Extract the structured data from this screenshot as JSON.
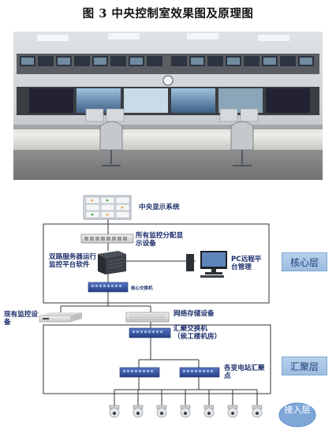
{
  "figure": {
    "title": "图 3 中央控制室效果图及原理图"
  },
  "diagram": {
    "nodes": {
      "central_display": "中央显示系统",
      "display_device": "所有监控分配显示设备",
      "server": "双路服务器运行监控平台软件",
      "pc_platform": "PC远程平台管理",
      "core_switch": "核心交换机",
      "existing_monitor": "现有监控设备",
      "network_storage": "网络存储设备",
      "aggregation_switch": "汇聚交换机（侯工楼机房）",
      "substation_aggregation": "各变电站汇聚点"
    },
    "layers": {
      "core": "核心层",
      "aggregation": "汇聚层",
      "access": "接入层"
    }
  },
  "colors": {
    "layer_fill": "#a9c7e8",
    "switch_blue": "#2f4f9a",
    "access_oval": "#7fa7d8"
  }
}
